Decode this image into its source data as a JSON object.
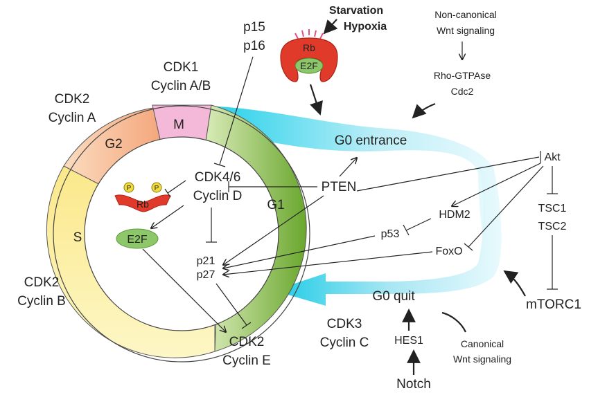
{
  "cycle": {
    "phases": {
      "m": "M",
      "g2": "G2",
      "s": "S",
      "g1": "G1"
    },
    "complexes": {
      "cdk1": "CDK1",
      "cdk1_cyclin": "Cyclin A/B",
      "cdk2a": "CDK2",
      "cdk2a_cyclin": "Cyclin A",
      "cdk2b": "CDK2",
      "cdk2b_cyclin": "Cyclin B",
      "cdk2e": "CDK2",
      "cdk2e_cyclin": "Cyclin E",
      "cdk3": "CDK3",
      "cdk3_cyclin": "Cyclin C",
      "cdk46": "CDK4/6",
      "cdk46_cyclin": "Cyclin D"
    }
  },
  "regulators": {
    "p15": "p15",
    "p16": "p16",
    "rb": "Rb",
    "p": "P",
    "e2f": "E2F",
    "p21": "p21",
    "p27": "p27",
    "p53": "p53",
    "pten": "PTEN",
    "hdm2": "HDM2",
    "foxo": "FoxO",
    "akt": "Akt",
    "tsc1": "TSC1",
    "tsc2": "TSC2",
    "mtorc1": "mTORC1",
    "hes1": "HES1",
    "notch": "Notch"
  },
  "quiescence": {
    "g0_entrance": "G0 entrance",
    "g0_quit": "G0 quit",
    "starvation": "Starvation",
    "hypoxia": "Hypoxia",
    "noncanon_1": "Non-canonical",
    "noncanon_2": "Wnt signaling",
    "rho": "Rho-GTPAse",
    "cdc2": "Cdc2",
    "canon_1": "Canonical",
    "canon_2": "Wnt signaling",
    "rb_complex": "Rb",
    "e2f_complex": "E2F"
  },
  "colors": {
    "m": "#f4b8d8",
    "g2": "#f6b98f",
    "s": "#f8e06a",
    "g1": "#7fb23a",
    "arrow_cyan": "#2ed3ea",
    "rb_red": "#e03a2a",
    "e2f_green": "#8dc76a",
    "p_yellow": "#f0dc3a"
  }
}
